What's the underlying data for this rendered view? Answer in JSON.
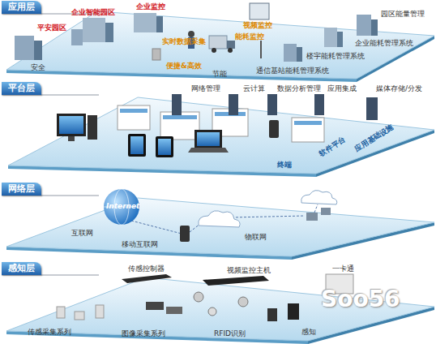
{
  "diagram": {
    "nodes": [
      {
        "text": [
          "应用层"
        ]
      },
      {
        "text": [
          "平台层"
        ]
      },
      {
        "text": [
          "网络层"
        ]
      },
      {
        "text": [
          "感知层"
        ]
      }
    ],
    "labels": [
      "企业智能园区",
      "企业监控",
      "平安园区",
      "安全",
      "视频监控",
      "能耗监控",
      "实时数据采集",
      "便捷&高效",
      "节能",
      "园区能量管理",
      "企业能耗管理系统",
      "楼宇能耗管理系统",
      "通信基站能耗管理系统",
      "网络管理",
      "云计算",
      "数据分析管理",
      "应用集成",
      "媒体存储/分发",
      "终端",
      "软件平台",
      "应用基础设施",
      "Internet",
      "互联网",
      "移动互联网",
      "物联网",
      "传感控制器",
      "视频监控主机",
      "一卡通",
      "传感采集系列",
      "图像采集系列",
      "RFID识别",
      "感知",
      "Soo56"
    ]
  }
}
